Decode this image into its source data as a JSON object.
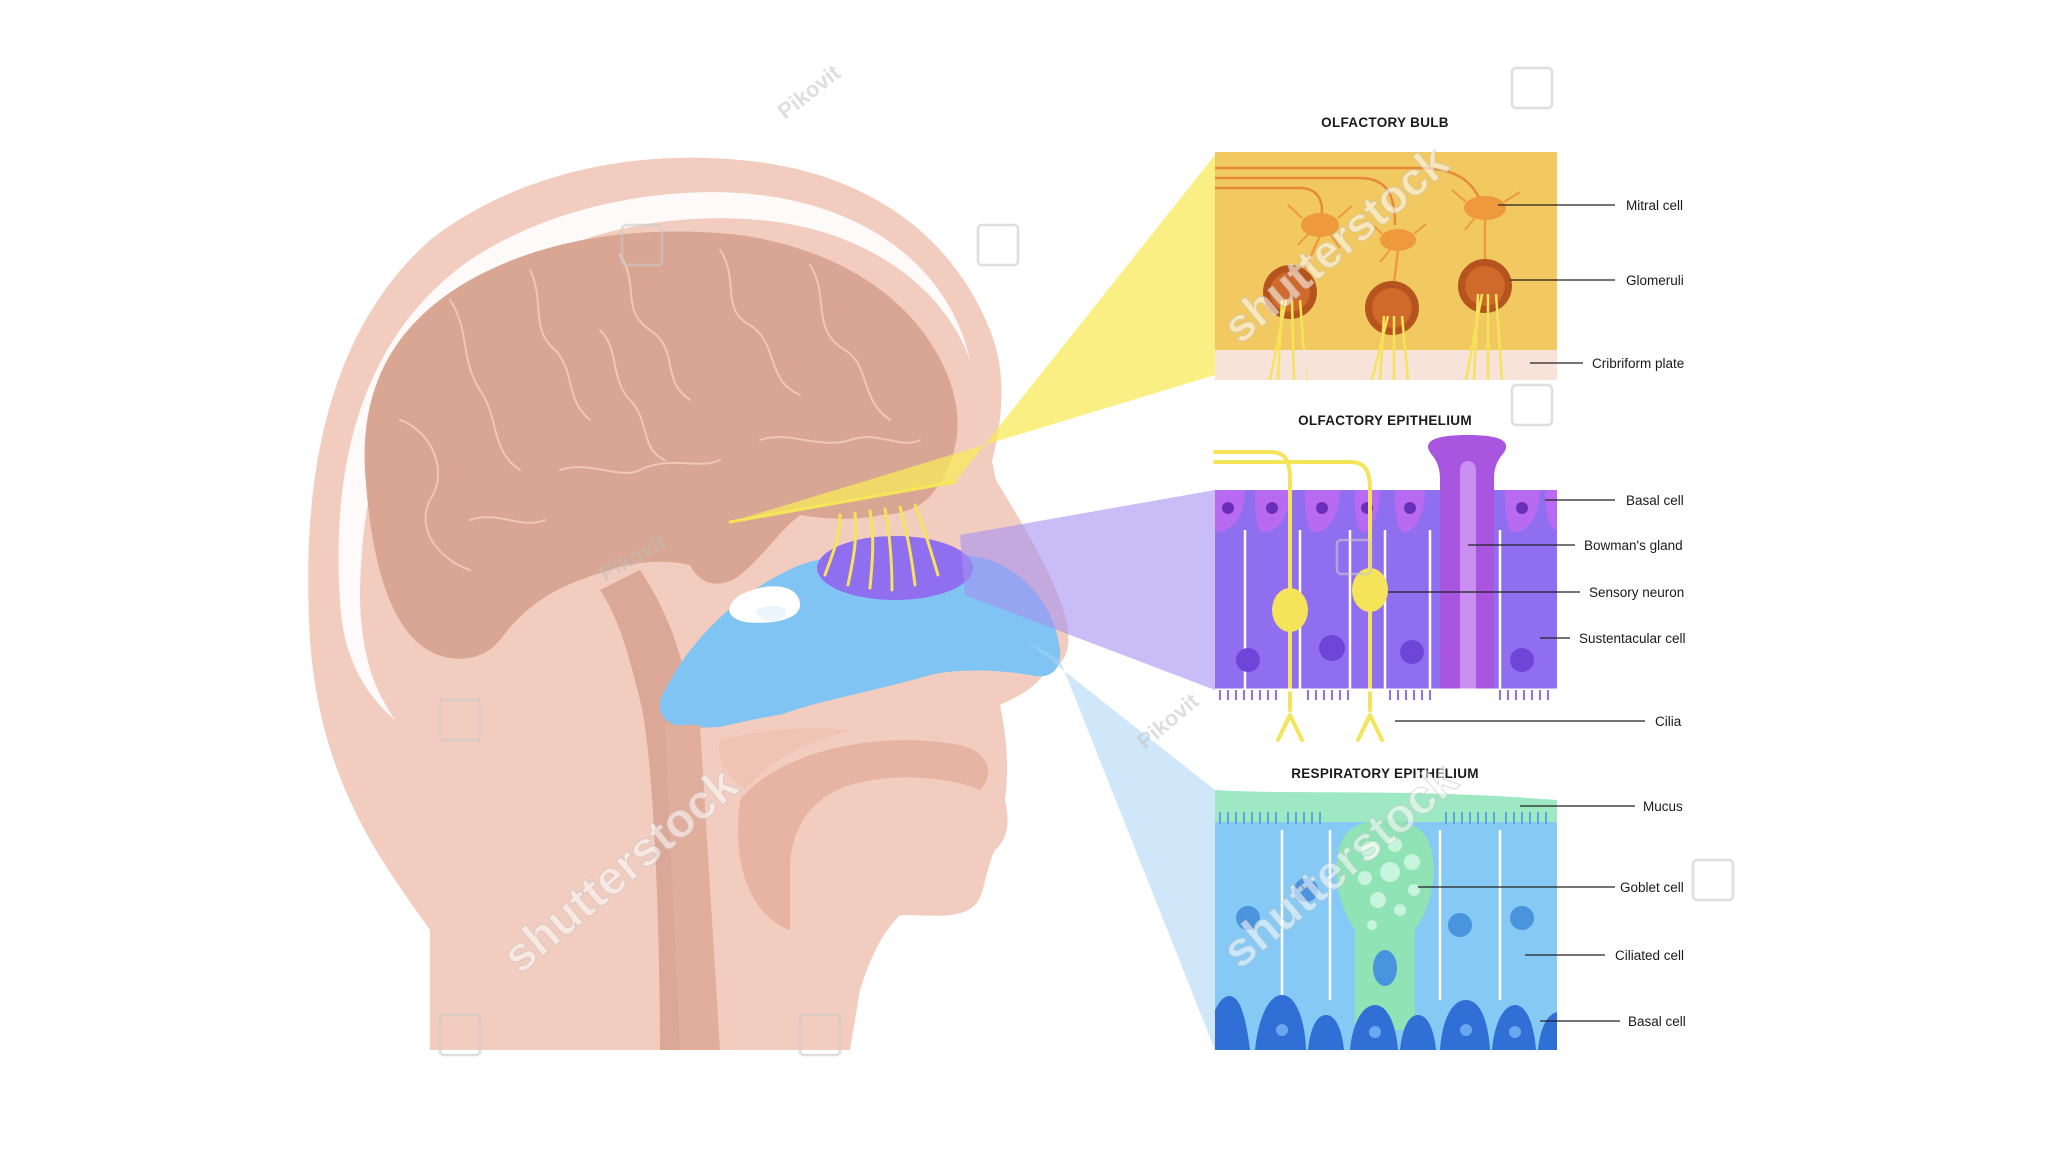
{
  "panels": {
    "bulb": {
      "title": "OLFACTORY BULB",
      "labels": [
        "Mitral cell",
        "Glomeruli",
        "Cribriform plate"
      ]
    },
    "olfactory_epithelium": {
      "title": "OLFACTORY EPITHELIUM",
      "labels": [
        "Basal cell",
        "Bowman's gland",
        "Sensory neuron",
        "Sustentacular cell",
        "Cilia"
      ]
    },
    "respiratory_epithelium": {
      "title": "RESPIRATORY EPITHELIUM",
      "labels": [
        "Mucus",
        "Goblet cell",
        "Ciliated cell",
        "Basal cell"
      ]
    }
  },
  "watermarks": {
    "brand": "shutterstock",
    "author": "Pikovit"
  },
  "colors": {
    "skin": "#f2c9bd",
    "brain": "#d9a693",
    "bulb_bg": "#f2c960",
    "mitral": "#ee9a3c",
    "olfactory_epithelium": "#8f6ef0",
    "bowman_gland": "#a855e0",
    "neuron": "#f5e35a",
    "respiratory": "#86c9f5",
    "goblet": "#8fe3b5",
    "nasal_cavity": "#7fc4f2"
  }
}
